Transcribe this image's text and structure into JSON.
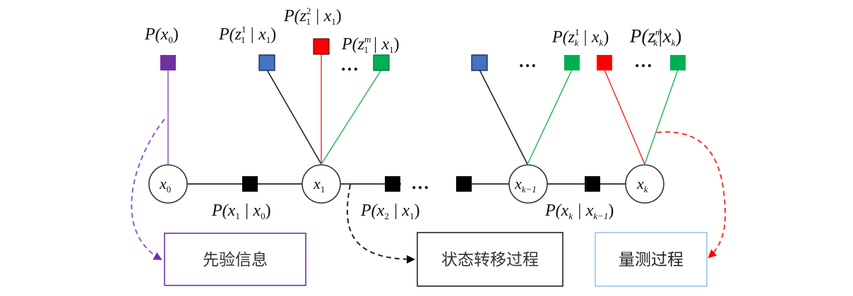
{
  "colors": {
    "prior": "#7030a0",
    "meas_blue": "#4472c4",
    "meas_red": "#ff0000",
    "meas_green": "#00b050",
    "transition": "#000000",
    "measure_box": "#9dc3e6",
    "prior_arrow": "#8e5cc8",
    "meas_arrow": "#ff3030"
  },
  "labels": {
    "prior_factor": {
      "P": "P(",
      "var": "x",
      "sub": "0",
      "close": ")"
    },
    "z1_1": {
      "P": "P(",
      "z": "z",
      "sub": "1",
      "sup": "1",
      "mid": " | x",
      "sub2": "1",
      "close": ")"
    },
    "z1_2": {
      "P": "P(",
      "z": "z",
      "sub": "1",
      "sup": "2",
      "mid": " | x",
      "sub2": "1",
      "close": ")"
    },
    "z1_m": {
      "P": "P(",
      "z": "z",
      "sub": "1",
      "sup": "m",
      "mid": " | x",
      "sub2": "1",
      "close": ")"
    },
    "zk_1": {
      "P": "P(",
      "z": "z",
      "sub": "k",
      "sup": "1",
      "mid": " | x",
      "sub2": "k",
      "close": ")"
    },
    "zk_m": {
      "P": "P(",
      "z": "z",
      "sub": "k",
      "sup": "m",
      "mid": "|x",
      "sub2": "k",
      "close": ")"
    },
    "trans_1": {
      "P": "P(",
      "a": "x",
      "asub": "1",
      "mid": " | x",
      "bsub": "0",
      "close": ")"
    },
    "trans_2": {
      "P": "P(",
      "a": "x",
      "asub": "2",
      "mid": " | x",
      "bsub": "1",
      "close": ")"
    },
    "trans_k": {
      "P": "P(",
      "a": "x",
      "asub": "k",
      "mid": " | x",
      "bsub": "k−1",
      "close": ")"
    }
  },
  "nodes": {
    "x0": {
      "var": "x",
      "sub": "0"
    },
    "x1": {
      "var": "x",
      "sub": "1"
    },
    "xk1": {
      "var": "x",
      "sub": "k−1"
    },
    "xk": {
      "var": "x",
      "sub": "k"
    }
  },
  "ellipsis": "…",
  "boxes": {
    "prior": "先验信息",
    "transition": "状态转移过程",
    "measurement": "量测过程"
  }
}
